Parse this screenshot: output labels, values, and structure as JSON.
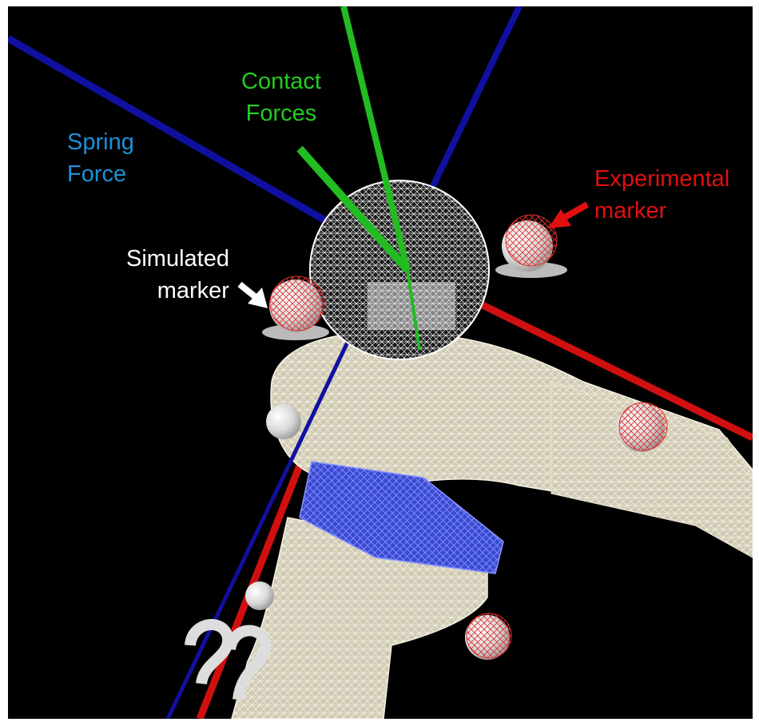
{
  "labels": {
    "contact_forces": {
      "line1": "Contact",
      "line2": "Forces",
      "color": "#22cc22"
    },
    "spring_force": {
      "line1": "Spring",
      "line2": "Force",
      "color": "#1f8fd8"
    },
    "experimental_marker": {
      "line1": "Experimental",
      "line2": "marker",
      "color": "#e01010"
    },
    "simulated_marker": {
      "line1": "Simulated",
      "line2": "marker",
      "color": "#ffffff"
    }
  },
  "colors": {
    "background": "#000000",
    "spring_force_line": "#1010a0",
    "contact_force_line": "#22bb22",
    "muscle_line": "#d01010",
    "bone_mesh": "#e8e2cc",
    "implant_insert": "#4455dd",
    "marker_mesh": "#e03030"
  }
}
